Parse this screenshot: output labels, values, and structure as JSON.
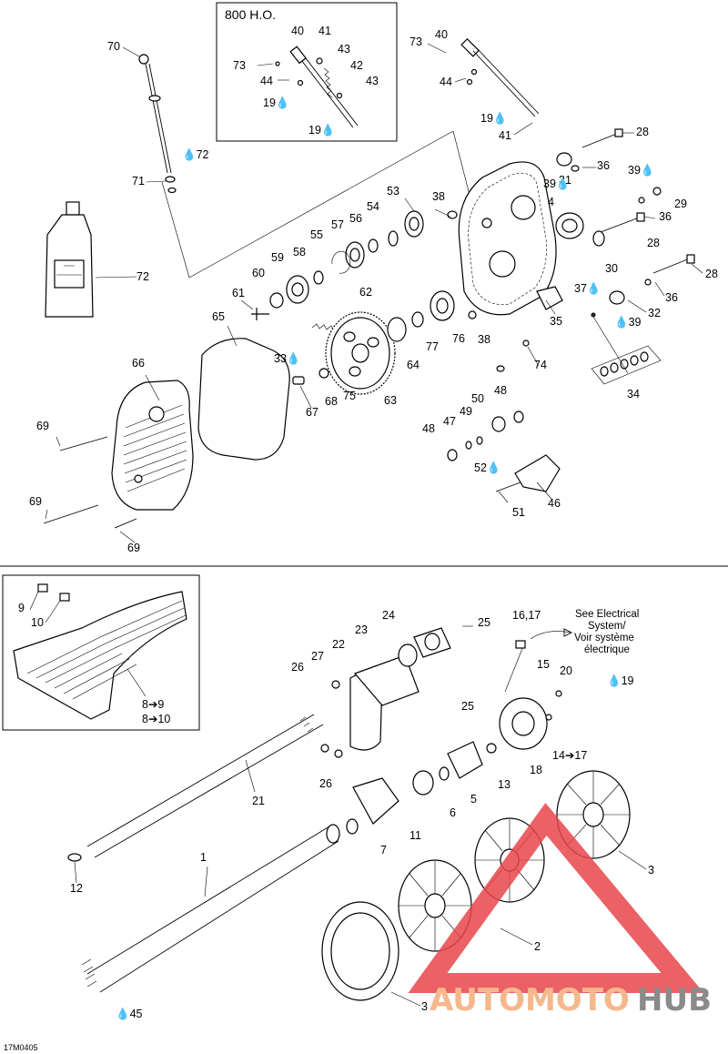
{
  "inset_top": {
    "title": "800 H.O."
  },
  "note_electrical": [
    "See Electrical",
    "System/",
    "Voir système",
    "électrique"
  ],
  "image_code": "17M0405",
  "watermark": {
    "part1": "AUTOMOTO",
    "part2": "HUB",
    "color1": "#f5b88c",
    "color2": "#8a8a8a",
    "triangle_color": "#e8454a"
  },
  "callouts": {
    "c70": "70",
    "c72a": "72",
    "c71": "71",
    "c72b": "72",
    "c40a": "40",
    "c41a": "41",
    "c43a": "43",
    "c42": "42",
    "c43b": "43",
    "c73a": "73",
    "c44a": "44",
    "c19a": "19",
    "c19b": "19",
    "c73b": "73",
    "c40b": "40",
    "c44b": "44",
    "c19c": "19",
    "c41b": "41",
    "c28a": "28",
    "c36a": "36",
    "c31": "31",
    "c39a": "39",
    "c39b": "39",
    "c29": "29",
    "c36b": "36",
    "c28b": "28",
    "c30": "30",
    "c28c": "28",
    "c4": "4",
    "c37": "37",
    "c36c": "36",
    "c32": "32",
    "c39c": "39",
    "c35": "35",
    "c34": "34",
    "c74": "74",
    "c38a": "38",
    "c53": "53",
    "c54": "54",
    "c56": "56",
    "c57": "57",
    "c55": "55",
    "c58": "58",
    "c59": "59",
    "c60": "60",
    "c61": "61",
    "c62": "62",
    "c65": "65",
    "c66": "66",
    "c33": "33",
    "c67": "67",
    "c68": "68",
    "c75": "75",
    "c63": "63",
    "c64": "64",
    "c77": "77",
    "c76": "76",
    "c38b": "38",
    "c69a": "69",
    "c69b": "69",
    "c69c": "69",
    "c48a": "48",
    "c50": "50",
    "c49": "49",
    "c47": "47",
    "c48b": "48",
    "c52": "52",
    "c51": "51",
    "c46": "46",
    "c9": "9",
    "c10": "10",
    "c89": "8➔9",
    "c810": "8➔10",
    "c24": "24",
    "c25a": "25",
    "c23": "23",
    "c22": "22",
    "c27": "27",
    "c26a": "26",
    "c25b": "25",
    "c26b": "26",
    "c1617": "16,17",
    "c15": "15",
    "c20": "20",
    "c19d": "19",
    "c1417": "14➔17",
    "c18": "18",
    "c13": "13",
    "c5": "5",
    "c6": "6",
    "c11": "11",
    "c7": "7",
    "c21": "21",
    "c12": "12",
    "c1": "1",
    "c3a": "3",
    "c2": "2",
    "c3b": "3",
    "c45": "45"
  }
}
